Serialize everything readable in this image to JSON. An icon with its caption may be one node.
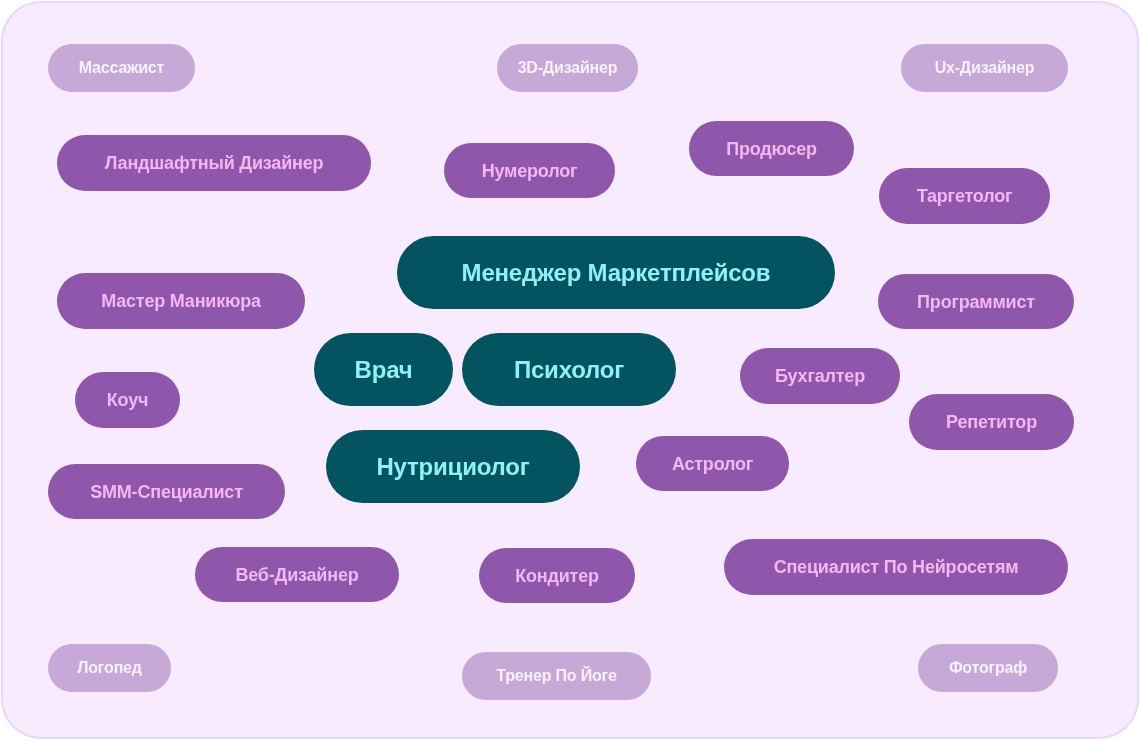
{
  "diagram": {
    "nodes": [
      {
        "text": [
          "Массажист"
        ]
      },
      {
        "text": [
          "3D-Дизайнер"
        ]
      },
      {
        "text": [
          "Ux-Дизайнер"
        ]
      },
      {
        "text": [
          "Продюсер"
        ]
      },
      {
        "text": [
          "Ландшафтный Дизайнер"
        ]
      },
      {
        "text": [
          "Нумеролог"
        ]
      },
      {
        "text": [
          "Таргетолог"
        ]
      },
      {
        "text": [
          "Менеджер Маркетплейсов"
        ]
      },
      {
        "text": [
          "Мастер Маникюра"
        ]
      },
      {
        "text": [
          "Программист"
        ]
      },
      {
        "text": [
          "Врач"
        ]
      },
      {
        "text": [
          "Психолог"
        ]
      },
      {
        "text": [
          "Бухгалтер"
        ]
      },
      {
        "text": [
          "Коуч"
        ]
      },
      {
        "text": [
          "Репетитор"
        ]
      },
      {
        "text": [
          "Нутрициолог"
        ]
      },
      {
        "text": [
          "Астролог"
        ]
      },
      {
        "text": [
          "SMM-Специалист"
        ]
      },
      {
        "text": [
          "Специалист По Нейросетям"
        ]
      },
      {
        "text": [
          "Веб-Дизайнер"
        ]
      },
      {
        "text": [
          "Кондитер"
        ]
      },
      {
        "text": [
          "Логопед"
        ]
      },
      {
        "text": [
          "Фотограф"
        ]
      },
      {
        "text": [
          "Тренер По Йоге"
        ]
      }
    ]
  }
}
